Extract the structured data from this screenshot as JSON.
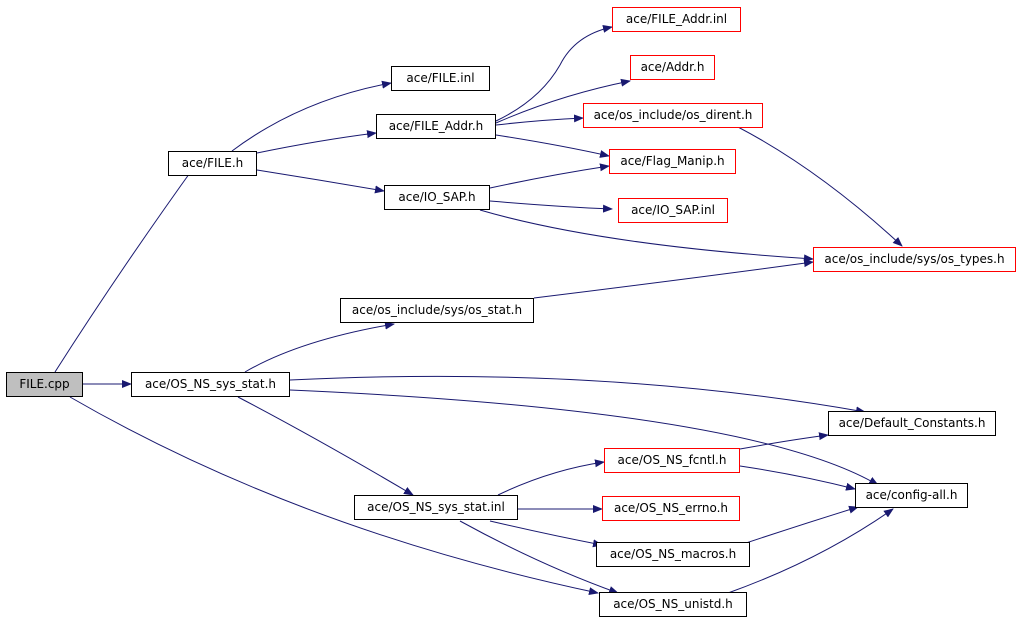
{
  "colors": {
    "edge": "#191970",
    "node_border": "#000000",
    "truncated_node_border": "#ff0000",
    "root_fill": "#bfbfbf"
  },
  "nodes": {
    "file_cpp": "FILE.cpp",
    "file_h": "ace/FILE.h",
    "file_inl": "ace/FILE.inl",
    "file_addr_h": "ace/FILE_Addr.h",
    "file_addr_inl": "ace/FILE_Addr.inl",
    "addr_h": "ace/Addr.h",
    "os_dirent_h": "ace/os_include/os_dirent.h",
    "flag_manip_h": "ace/Flag_Manip.h",
    "io_sap_h": "ace/IO_SAP.h",
    "io_sap_inl": "ace/IO_SAP.inl",
    "os_types_h": "ace/os_include/sys/os_types.h",
    "os_stat_h": "ace/os_include/sys/os_stat.h",
    "os_ns_sys_stat_h": "ace/OS_NS_sys_stat.h",
    "default_constants_h": "ace/Default_Constants.h",
    "os_ns_fcntl_h": "ace/OS_NS_fcntl.h",
    "config_all_h": "ace/config-all.h",
    "os_ns_sys_stat_inl": "ace/OS_NS_sys_stat.inl",
    "os_ns_errno_h": "ace/OS_NS_errno.h",
    "os_ns_macros_h": "ace/OS_NS_macros.h",
    "os_ns_unistd_h": "ace/OS_NS_unistd.h"
  }
}
